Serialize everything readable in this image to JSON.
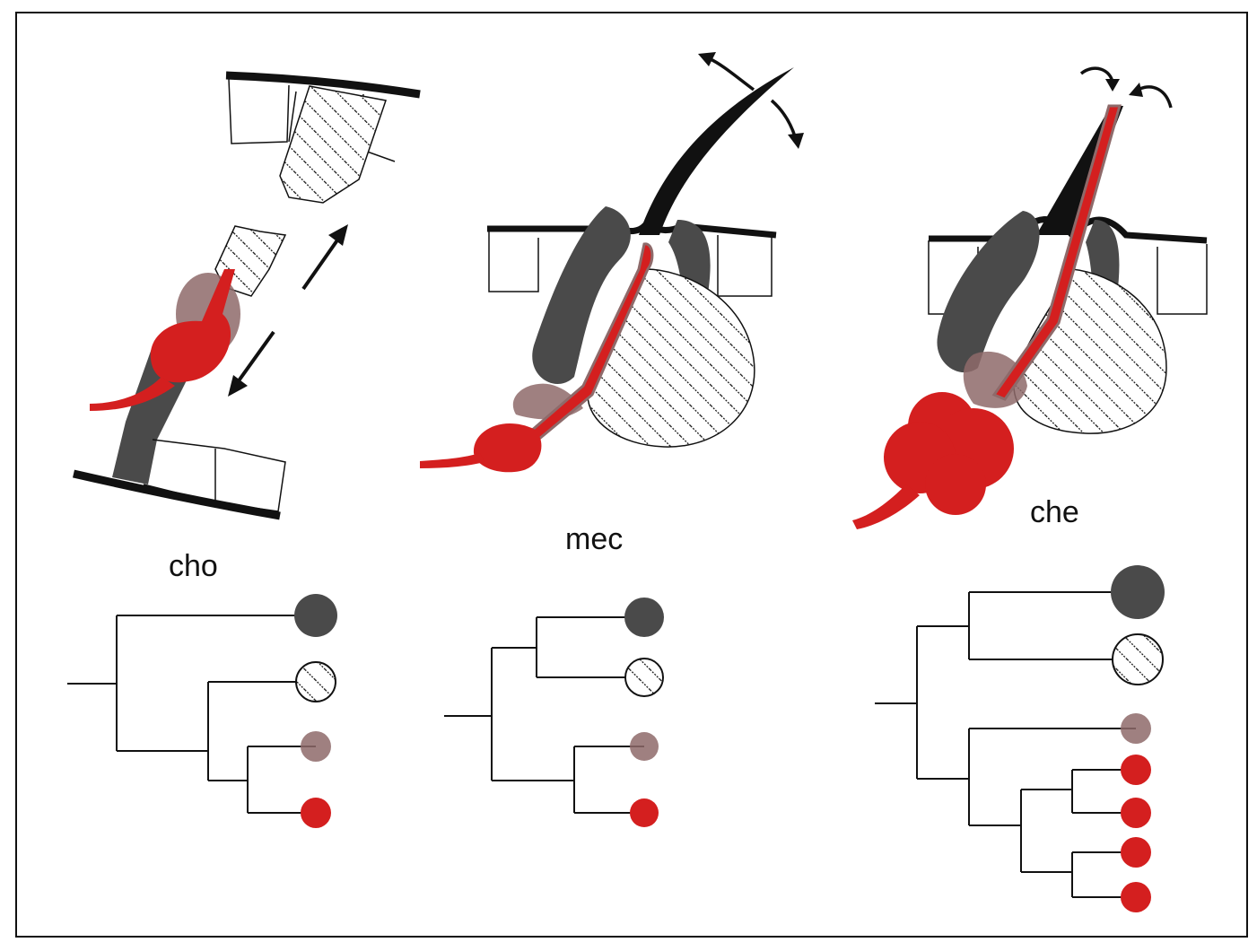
{
  "panels": [
    {
      "id": "cho",
      "label": "cho"
    },
    {
      "id": "mec",
      "label": "mec"
    },
    {
      "id": "che",
      "label": "che"
    }
  ],
  "colors": {
    "sheath": "#4a4a4a",
    "neuron": "#d41f1f",
    "glia": "#8e6a6a",
    "cuticle": "#111111",
    "background": "#ffffff"
  },
  "lineage_trees": [
    {
      "panel": "cho",
      "leaves": [
        "dark",
        "hatched",
        "pink",
        "red"
      ]
    },
    {
      "panel": "mec",
      "leaves": [
        "dark",
        "hatched",
        "pink",
        "red"
      ]
    },
    {
      "panel": "che",
      "leaves": [
        "dark",
        "hatched",
        "pink",
        "red",
        "red",
        "red",
        "red"
      ]
    }
  ]
}
